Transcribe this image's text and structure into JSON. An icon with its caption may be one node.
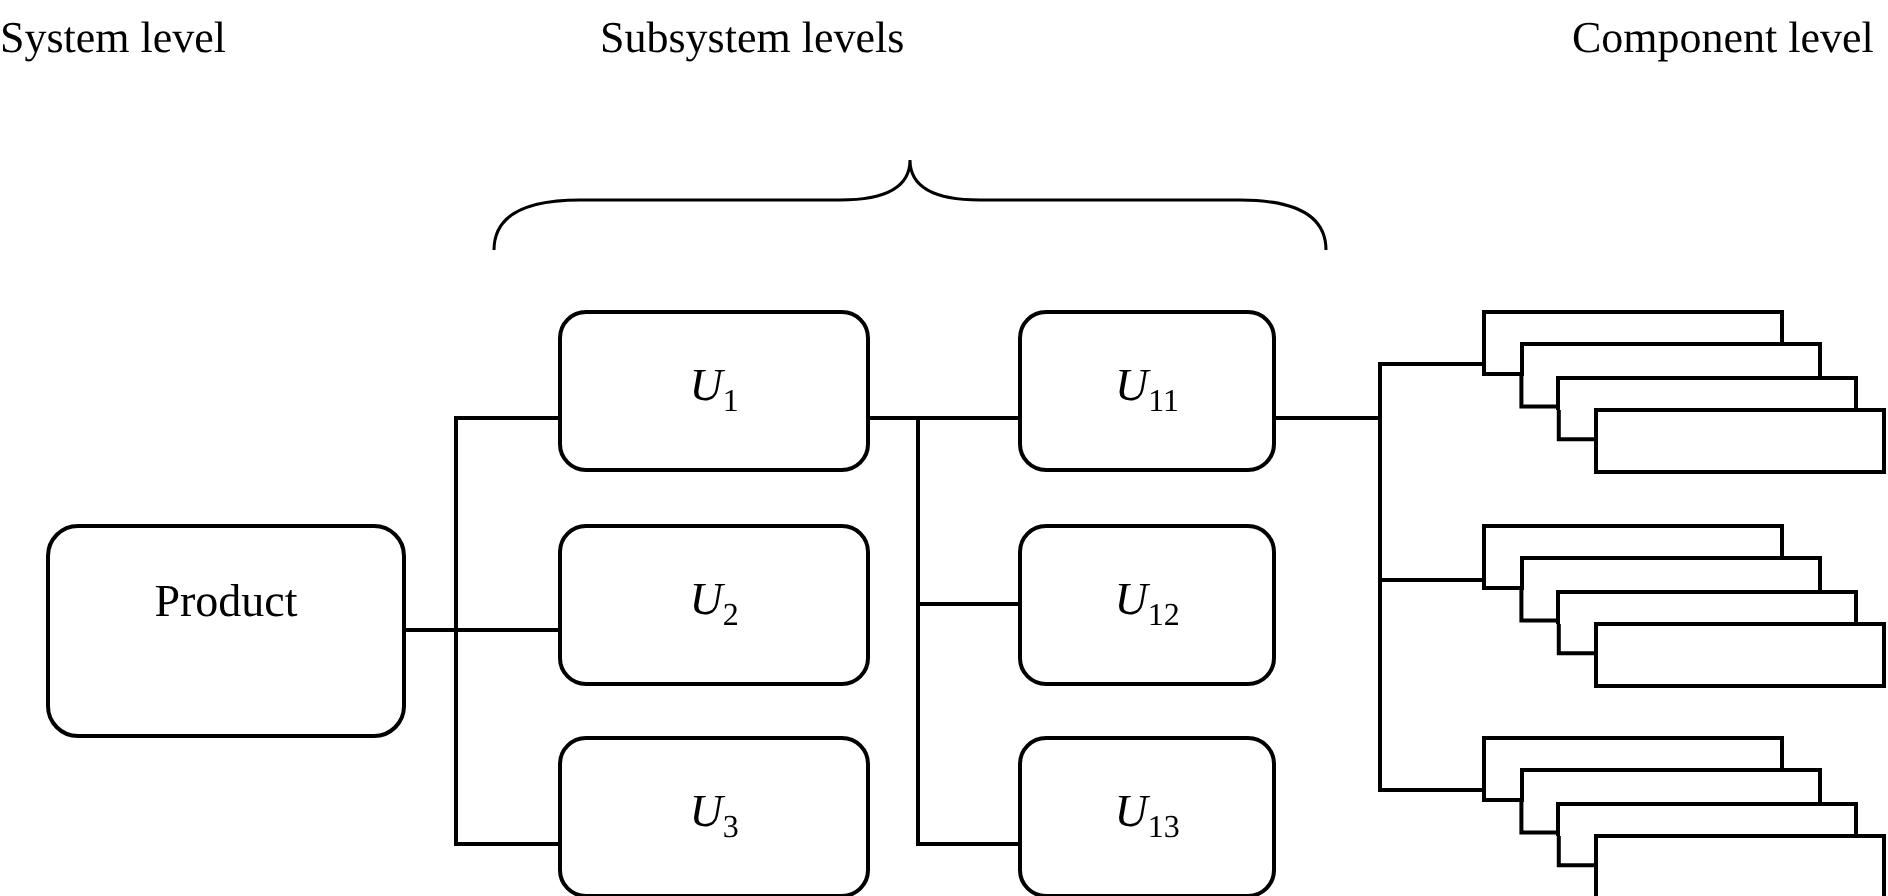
{
  "diagram": {
    "nodes": [
      {
        "text": [
          "Product"
        ]
      },
      {
        "text": [
          "*U*$_{1}$"
        ]
      },
      {
        "text": [
          "*U*$_{2}$"
        ]
      },
      {
        "text": [
          "*U*$_{3}$"
        ]
      },
      {
        "text": [
          "*U*$_{11}$"
        ]
      },
      {
        "text": [
          "*U*$_{12}$"
        ]
      },
      {
        "text": [
          "*U*$_{13}$"
        ]
      },
      {
        "text": [],
        "shape": "box"
      },
      {
        "text": [],
        "shape": "box"
      },
      {
        "text": [],
        "shape": "box"
      },
      {
        "text": [],
        "shape": "box"
      },
      {
        "text": [],
        "shape": "box"
      },
      {
        "text": [],
        "shape": "box"
      },
      {
        "text": [],
        "shape": "box"
      },
      {
        "text": [],
        "shape": "box"
      },
      {
        "text": [],
        "shape": "box"
      },
      {
        "text": [],
        "shape": "box"
      },
      {
        "text": [],
        "shape": "box"
      },
      {
        "text": [],
        "shape": "box"
      }
    ],
    "edges": [
      {
        "from": 0,
        "to": 1,
        "arrow": "none"
      },
      {
        "from": 0,
        "to": 2,
        "arrow": "none"
      },
      {
        "from": 0,
        "to": 3,
        "arrow": "none"
      },
      {
        "from": 1,
        "to": 4,
        "arrow": "none"
      },
      {
        "from": 1,
        "to": 5,
        "arrow": "none"
      },
      {
        "from": 1,
        "to": 6,
        "arrow": "none"
      },
      {
        "from": 4,
        "to": 7,
        "arrow": "none"
      },
      {
        "from": 4,
        "to": 11,
        "arrow": "none"
      },
      {
        "from": 4,
        "to": 15,
        "arrow": "none"
      }
    ],
    "labels": [
      "System level",
      "Subsystem levels",
      "Component level"
    ]
  }
}
